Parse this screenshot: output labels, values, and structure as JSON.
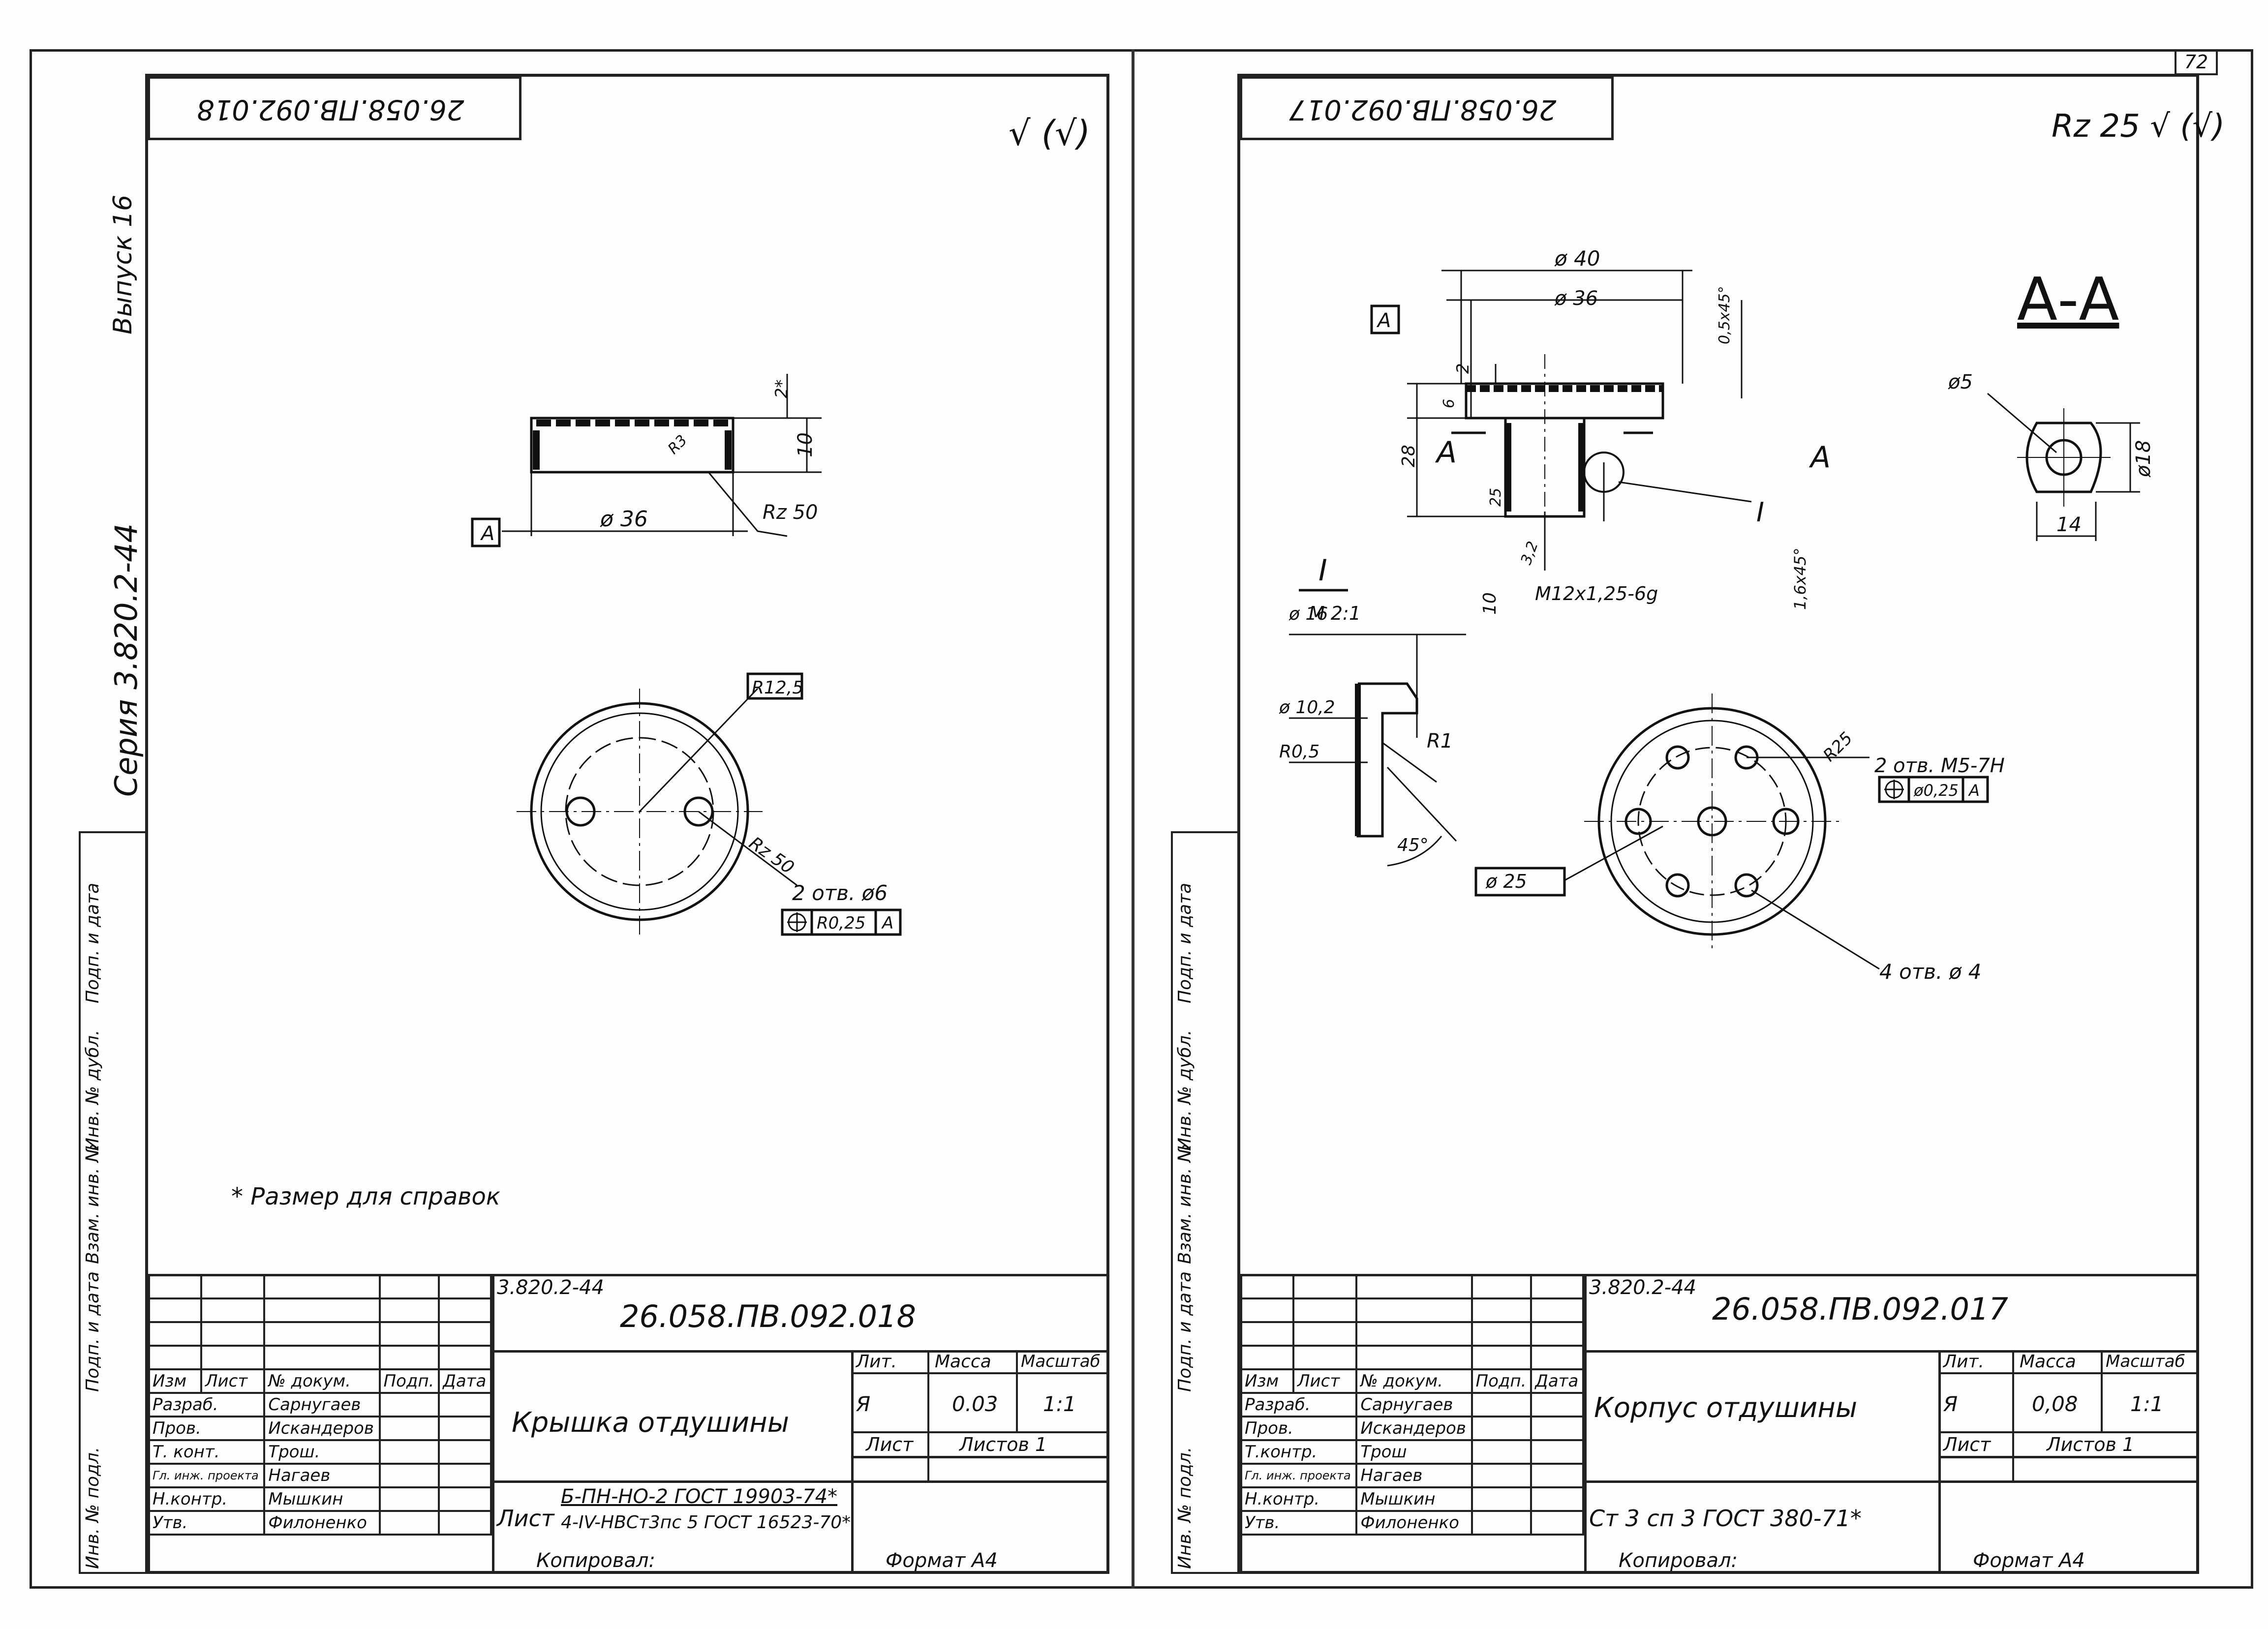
{
  "page_number": "72",
  "left_margin_labels": {
    "series": "Серия 3.820.2-44",
    "issue": "Выпуск 16"
  },
  "side_strip_labels": [
    "Инв. № подл.",
    "Подп. и дата",
    "Взам. инв. №",
    "Инв. № дубл.",
    "Подп. и дата"
  ],
  "sheets": [
    {
      "top_code": "26.058.ПВ.092.018",
      "roughness": "√ (√)",
      "reference_note": "* Размер для справок",
      "drawing_labels": {
        "datum": "A",
        "height": "10",
        "chamfer": "2*",
        "diameter": "ø 36",
        "roughness": "Rz 50",
        "inner_roughness": "Rz 50",
        "radius_label": "R12,5",
        "holes_note": "2 отв. ø6",
        "position_tol_value": "R0,25",
        "position_tol_datum": "A"
      },
      "title_block": {
        "series": "3.820.2-44",
        "code": "26.058.ПВ.092.018",
        "name": "Крышка отдушины",
        "material_prefix": "Лист",
        "material_line1": "Б-ПН-НО-2 ГОСТ 19903-74*",
        "material_line2": "4-IV-НВСт3пс 5 ГОСТ 16523-70*",
        "headers": {
          "lit": "Лит.",
          "mass": "Масса",
          "scale": "Масштаб",
          "sheet": "Лист",
          "sheets": "Листов 1"
        },
        "lit_value": "Я",
        "mass_value": "0.03",
        "scale_value": "1:1",
        "columns": [
          "Изм",
          "Лист",
          "№ докум.",
          "Подп.",
          "Дата"
        ],
        "rows": [
          {
            "role": "Разраб.",
            "name": "Сарнугаев"
          },
          {
            "role": "Пров.",
            "name": "Искандеров"
          },
          {
            "role": "Т. конт.",
            "name": "Трош."
          },
          {
            "role": "Гл. инж. проекта",
            "name": "Нагаев"
          },
          {
            "role": "Н.контр.",
            "name": "Мышкин"
          },
          {
            "role": "Утв.",
            "name": "Филоненко"
          }
        ],
        "copied": "Копировал:",
        "format": "Формат А4"
      }
    },
    {
      "top_code": "26.058.ПВ.092.017",
      "roughness": "Rz 25 √ (√)",
      "section_title": "А-А",
      "drawing_labels": {
        "d40": "ø 40",
        "d36": "ø 36",
        "datum": "A",
        "h2": "2",
        "h6": "6",
        "h28": "28",
        "h10": "10",
        "h25": "25",
        "chamfer_top": "0,5x45°",
        "chamfer_bottom": "1,6x45°",
        "thread": "M12x1,25-6g",
        "ra": "3,2",
        "cut_left": "А",
        "cut_right": "А",
        "detail_ref": "I",
        "detail_title": "I",
        "detail_scale": "М 2:1",
        "detail_d16": "ø 16",
        "detail_d10": "ø 10,2",
        "detail_r05": "R0,5",
        "detail_r1": "R1",
        "detail_angle": "45°",
        "sec_d5": "ø5",
        "sec_d18": "ø18",
        "sec_14": "14",
        "bolt_circle": "ø 25",
        "holes_top": "2 отв. М5-7Н",
        "holes_bottom": "4 отв. ø 4",
        "tol_value": "ø0,25",
        "tol_datum": "A",
        "radius_25": "R25"
      },
      "title_block": {
        "series": "3.820.2-44",
        "code": "26.058.ПВ.092.017",
        "name": "Корпус отдушины",
        "material": "Ст 3 сп 3 ГОСТ 380-71*",
        "headers": {
          "lit": "Лит.",
          "mass": "Масса",
          "scale": "Масштаб",
          "sheet": "Лист",
          "sheets": "Листов 1"
        },
        "lit_value": "Я",
        "mass_value": "0,08",
        "scale_value": "1:1",
        "columns": [
          "Изм",
          "Лист",
          "№ докум.",
          "Подп.",
          "Дата"
        ],
        "rows": [
          {
            "role": "Разраб.",
            "name": "Сарнугаев"
          },
          {
            "role": "Пров.",
            "name": "Искандеров"
          },
          {
            "role": "Т.контр.",
            "name": "Трош"
          },
          {
            "role": "Гл. инж. проекта",
            "name": "Нагаев"
          },
          {
            "role": "Н.контр.",
            "name": "Мышкин"
          },
          {
            "role": "Утв.",
            "name": "Филоненко"
          }
        ],
        "copied": "Копировал:",
        "format": "Формат А4"
      }
    }
  ]
}
